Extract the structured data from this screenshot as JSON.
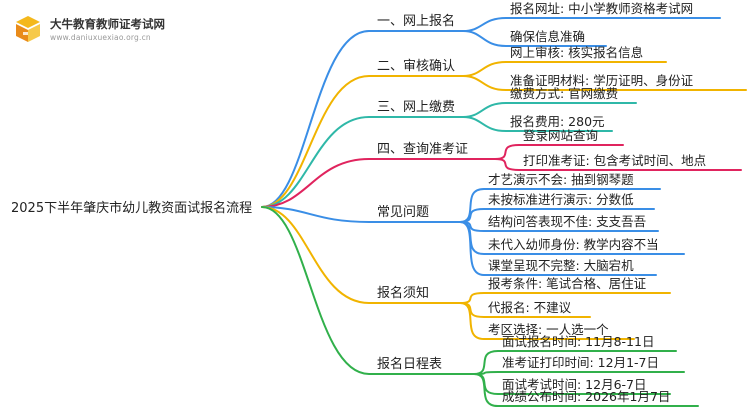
{
  "logo": {
    "title": "大牛教育教师证考试网",
    "url": "www.daniuxuexiao.org.cn"
  },
  "root": {
    "label": "2025下半年肇庆市幼儿教资面试报名流程"
  },
  "branches": [
    {
      "label": "一、网上报名",
      "color": "#3a8ee6",
      "children": [
        "报名网址: 中小学教师资格考试网",
        "确保信息准确"
      ]
    },
    {
      "label": "二、审核确认",
      "color": "#f1b400",
      "children": [
        "网上审核: 核实报名信息",
        "准备证明材料: 学历证明、身份证"
      ]
    },
    {
      "label": "三、网上缴费",
      "color": "#2fb8a8",
      "children": [
        "缴费方式: 官网缴费",
        "报名费用: 280元"
      ]
    },
    {
      "label": "四、查询准考证",
      "color": "#e0245e",
      "children": [
        "登录网站查询",
        "打印准考证: 包含考试时间、地点"
      ]
    },
    {
      "label": "常见问题",
      "color": "#3a8ee6",
      "children": [
        "才艺演示不会: 抽到钢琴题",
        "未按标准进行演示: 分数低",
        "结构问答表现不佳: 支支吾吾",
        "未代入幼师身份: 教学内容不当",
        "课堂呈现不完整: 大脑宕机"
      ]
    },
    {
      "label": "报名须知",
      "color": "#f1b400",
      "children": [
        "报考条件: 笔试合格、居住证",
        "代报名: 不建议",
        "考区选择: 一人选一个"
      ]
    },
    {
      "label": "报名日程表",
      "color": "#31b04b",
      "children": [
        "面试报名时间: 11月8-11日",
        "准考证打印时间: 12月1-7日",
        "面试考试时间: 12月6-7日",
        "成绩公布时间: 2026年1月7日"
      ]
    }
  ]
}
